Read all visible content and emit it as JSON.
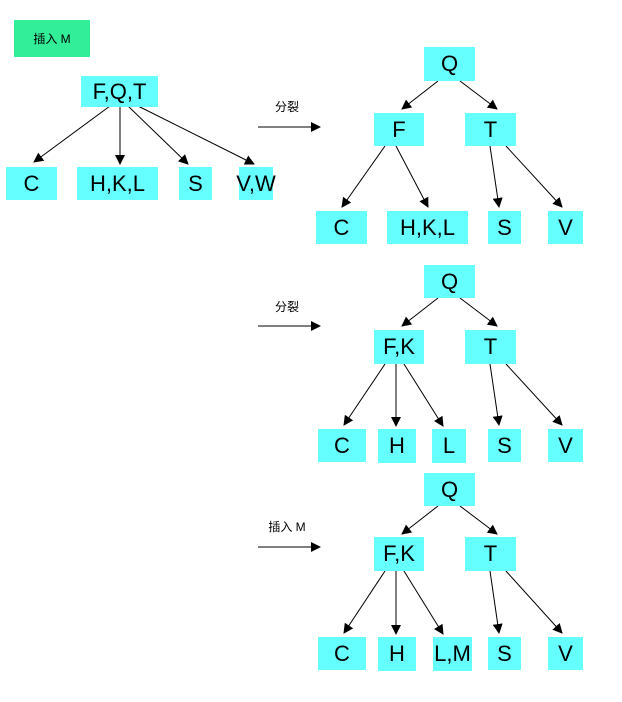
{
  "title_badge": "插入 M",
  "initial_tree": {
    "root": "F,Q,T",
    "children": [
      "C",
      "H,K,L",
      "S",
      "V,W"
    ]
  },
  "steps": [
    {
      "arrow_label": "分裂",
      "root": "Q",
      "level1": [
        "F",
        "T"
      ],
      "leaves": [
        "C",
        "H,K,L",
        "S",
        "V"
      ]
    },
    {
      "arrow_label": "分裂",
      "root": "Q",
      "level1": [
        "F,K",
        "T"
      ],
      "leaves": [
        "C",
        "H",
        "L",
        "S",
        "V"
      ]
    },
    {
      "arrow_label": "插入 M",
      "root": "Q",
      "level1": [
        "F,K",
        "T"
      ],
      "leaves": [
        "C",
        "H",
        "L,M",
        "S",
        "V"
      ]
    }
  ],
  "colors": {
    "node_fill": "#66ffff",
    "badge_fill": "#33ee99",
    "edge": "#000000"
  }
}
